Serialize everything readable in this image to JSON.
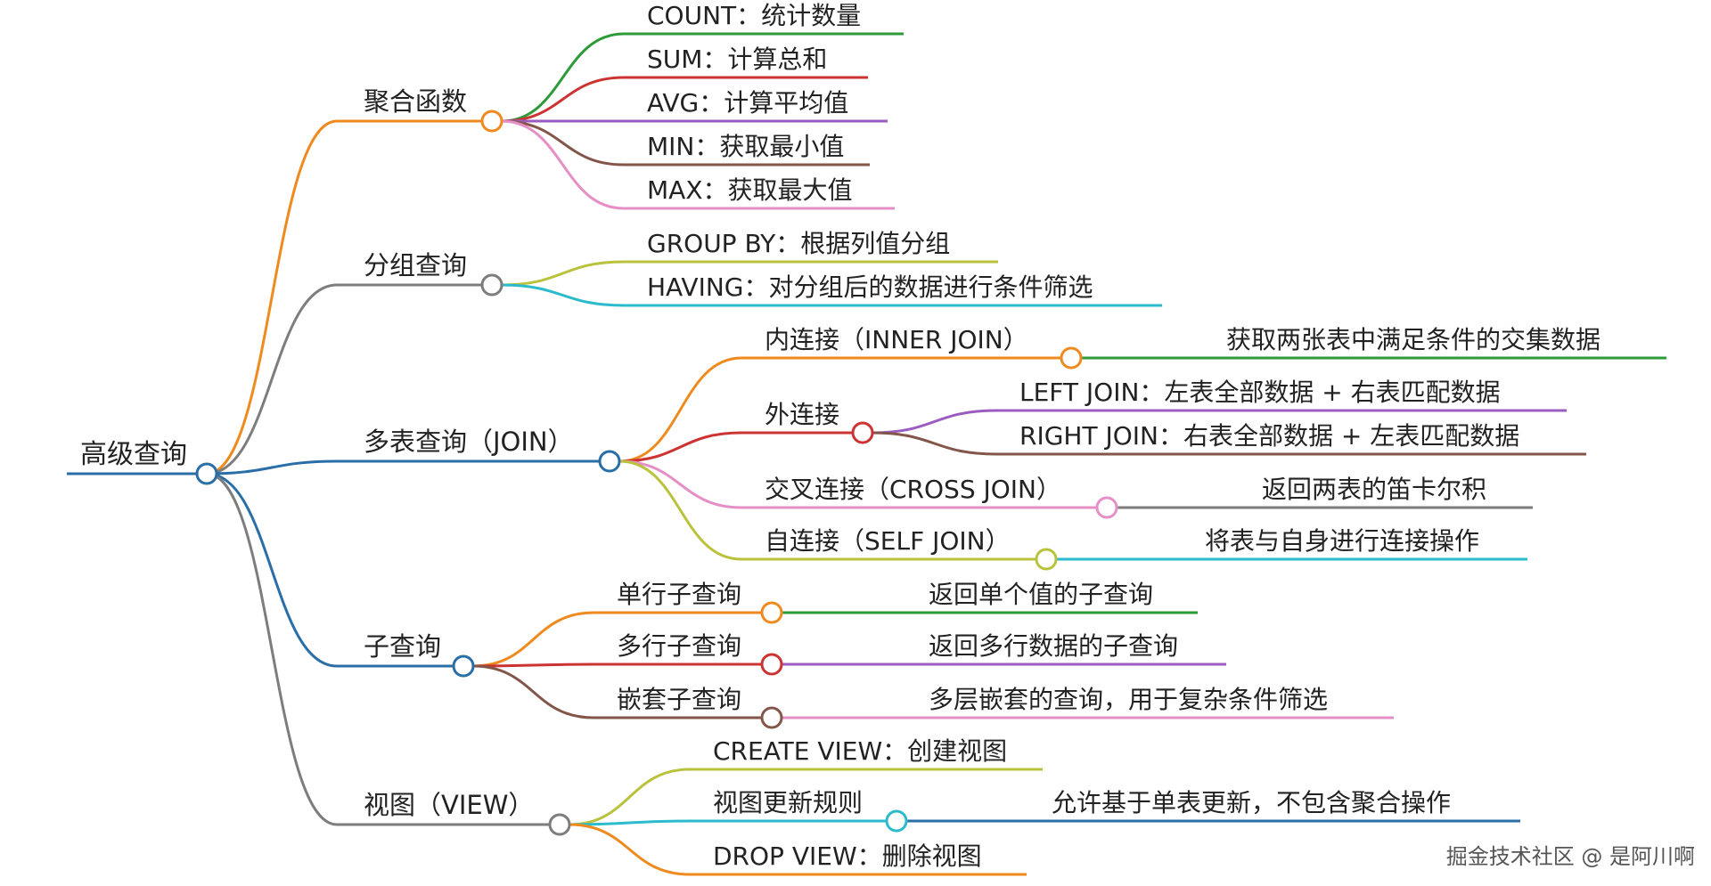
{
  "watermark": "掘金技术社区 @ 是阿川啊",
  "root": {
    "label": "高级查询",
    "color": "#2a6ea8"
  },
  "branches": [
    {
      "id": "agg",
      "label": "聚合函数",
      "color": "#ef8a1e",
      "items": [
        {
          "label": "COUNT：统计数量",
          "color": "#2e9b3a"
        },
        {
          "label": "SUM：计算总和",
          "color": "#cc3333"
        },
        {
          "label": "AVG：计算平均值",
          "color": "#9a5cc0"
        },
        {
          "label": "MIN：获取最小值",
          "color": "#84564a"
        },
        {
          "label": "MAX：获取最大值",
          "color": "#e68fc6"
        }
      ]
    },
    {
      "id": "group",
      "label": "分组查询",
      "color": "#7d7d7d",
      "items": [
        {
          "label": "GROUP BY：根据列值分组",
          "color": "#b9c23a"
        },
        {
          "label": "HAVING：对分组后的数据进行条件筛选",
          "color": "#2bbbcc"
        }
      ]
    },
    {
      "id": "join",
      "label": "多表查询（JOIN）",
      "color": "#2a6ea8",
      "items": [
        {
          "label": "内连接（INNER JOIN）",
          "color": "#ef8a1e",
          "children": [
            {
              "label": "获取两张表中满足条件的交集数据",
              "color": "#2e9b3a"
            }
          ]
        },
        {
          "label": "外连接",
          "color": "#cc3333",
          "children": [
            {
              "label": "LEFT JOIN：左表全部数据 + 右表匹配数据",
              "color": "#9a5cc0"
            },
            {
              "label": "RIGHT JOIN：右表全部数据 + 左表匹配数据",
              "color": "#84564a"
            }
          ]
        },
        {
          "label": "交叉连接（CROSS JOIN）",
          "color": "#e68fc6",
          "children": [
            {
              "label": "返回两表的笛卡尔积",
              "color": "#7d7d7d"
            }
          ]
        },
        {
          "label": "自连接（SELF JOIN）",
          "color": "#b9c23a",
          "children": [
            {
              "label": "将表与自身进行连接操作",
              "color": "#2bbbcc"
            }
          ]
        }
      ]
    },
    {
      "id": "sub",
      "label": "子查询",
      "color": "#2a6ea8",
      "items": [
        {
          "label": "单行子查询",
          "color": "#ef8a1e",
          "children": [
            {
              "label": "返回单个值的子查询",
              "color": "#2e9b3a"
            }
          ]
        },
        {
          "label": "多行子查询",
          "color": "#cc3333",
          "children": [
            {
              "label": "返回多行数据的子查询",
              "color": "#9a5cc0"
            }
          ]
        },
        {
          "label": "嵌套子查询",
          "color": "#84564a",
          "children": [
            {
              "label": "多层嵌套的查询，用于复杂条件筛选",
              "color": "#e68fc6"
            }
          ]
        }
      ]
    },
    {
      "id": "view",
      "label": "视图（VIEW）",
      "color": "#7d7d7d",
      "items": [
        {
          "label": "CREATE VIEW：创建视图",
          "color": "#b9c23a"
        },
        {
          "label": "视图更新规则",
          "color": "#2bbbcc",
          "children": [
            {
              "label": "允许基于单表更新，不包含聚合操作",
              "color": "#2a6ea8"
            }
          ]
        },
        {
          "label": "DROP VIEW：删除视图",
          "color": "#ef8a1e"
        }
      ]
    }
  ]
}
